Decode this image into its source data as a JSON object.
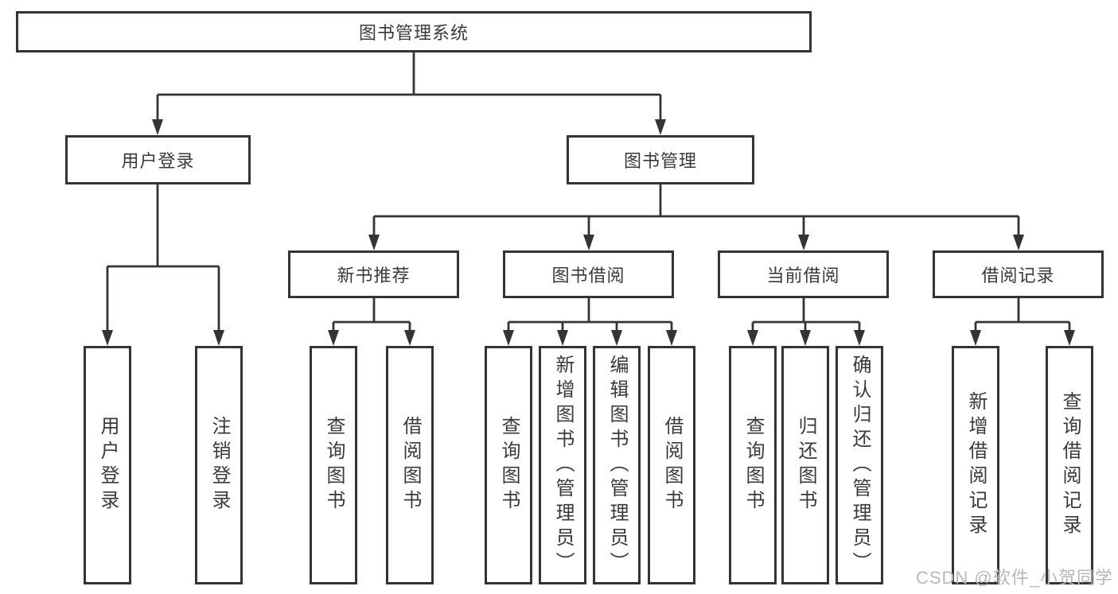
{
  "diagram": {
    "root": {
      "label": "图书管理系统"
    },
    "branches": [
      {
        "label": "用户登录",
        "children": [
          {
            "label": "用户登录"
          },
          {
            "label": "注销登录"
          }
        ]
      },
      {
        "label": "图书管理",
        "children": [
          {
            "label": "新书推荐",
            "children": [
              {
                "label": "查询图书"
              },
              {
                "label": "借阅图书"
              }
            ]
          },
          {
            "label": "图书借阅",
            "children": [
              {
                "label": "查询图书"
              },
              {
                "label": "新增图书（管理员）"
              },
              {
                "label": "编辑图书（管理员）"
              },
              {
                "label": "借阅图书"
              }
            ]
          },
          {
            "label": "当前借阅",
            "children": [
              {
                "label": "查询图书"
              },
              {
                "label": "归还图书"
              },
              {
                "label": "确认归还（管理员）"
              }
            ]
          },
          {
            "label": "借阅记录",
            "children": [
              {
                "label": "新增借阅记录"
              },
              {
                "label": "查询借阅记录"
              }
            ]
          }
        ]
      }
    ],
    "line_color": "#343434",
    "watermark": "CSDN @软件_小贺同学"
  }
}
